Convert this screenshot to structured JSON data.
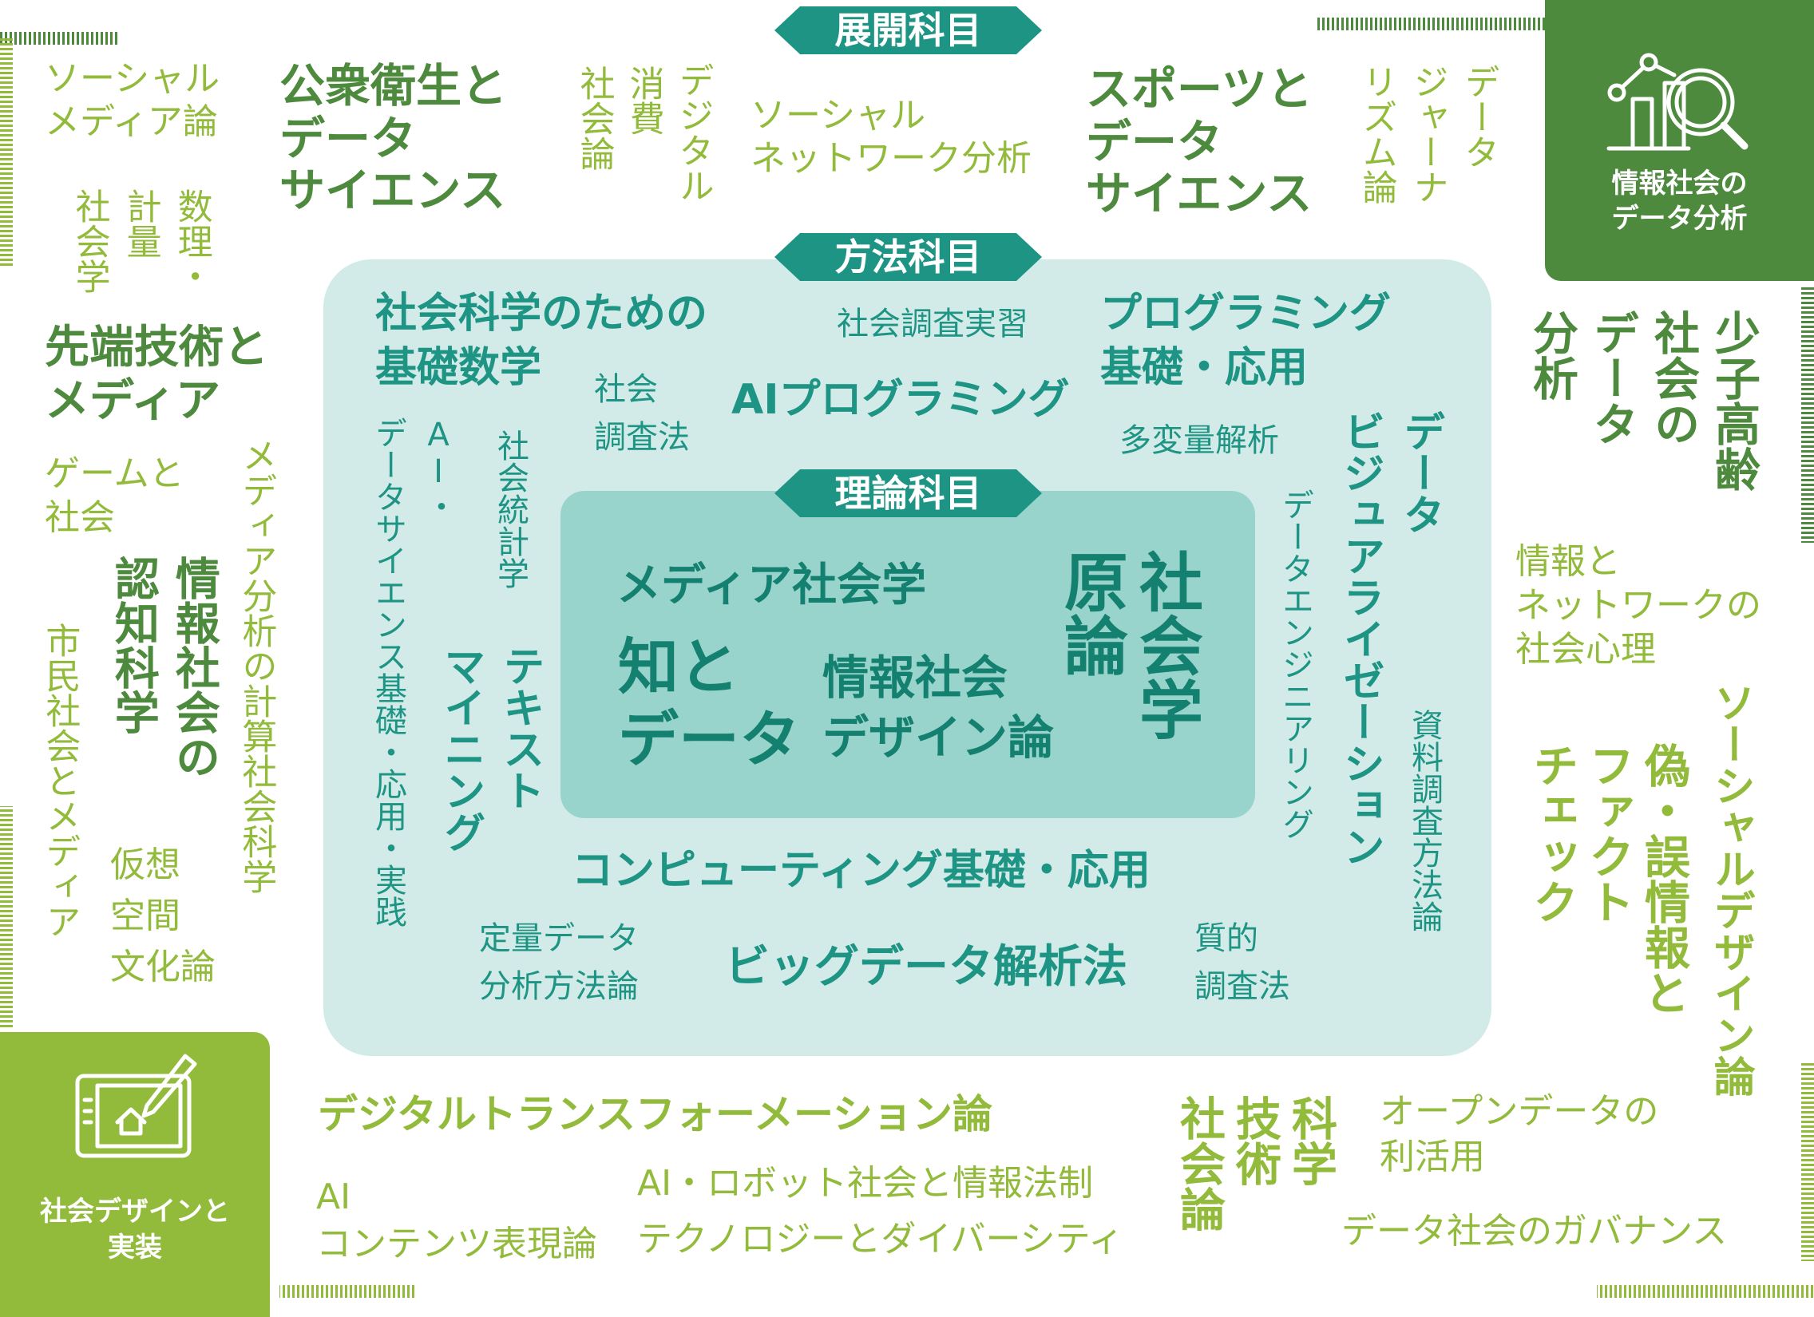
{
  "colors": {
    "teal": "#1e9484",
    "dark_green": "#4d8a3d",
    "light_green": "#92bb3b",
    "method_bg": "#d2ebe8",
    "theory_bg": "#99d4cc"
  },
  "banners": {
    "development": "展開科目",
    "method": "方法科目",
    "theory": "理論科目"
  },
  "corner_boxes": {
    "data_analysis": {
      "label_line1": "情報社会の",
      "label_line2": "データ分析",
      "icon": "analysis-magnifier-icon"
    },
    "social_design": {
      "label_line1": "社会デザインと",
      "label_line2": "実装",
      "icon": "tablet-pen-icon"
    }
  },
  "development": {
    "social_media": [
      "ソーシャル",
      "メディア論"
    ],
    "public_health": [
      "公衆衛生と",
      "データ",
      "サイエンス"
    ],
    "consumption": [
      "社会論",
      "消費",
      "デジタル"
    ],
    "social_network": [
      "ソーシャル",
      "ネットワーク分析"
    ],
    "sports": [
      "スポーツと",
      "データ",
      "サイエンス"
    ],
    "journalism": [
      "リズム論",
      "ジャーナ",
      "データ"
    ],
    "math_sociology": [
      "社会学",
      "計量",
      "数理・"
    ],
    "advanced_tech": [
      "先端技術と",
      "メディア"
    ],
    "games": [
      "ゲームと",
      "社会"
    ],
    "media_analysis": "メディア分析の計算社会科学",
    "cognitive": [
      "認知科学",
      "情報社会の"
    ],
    "civil": "市民社会とメディア",
    "virtual": [
      "仮想",
      "空間",
      "文化論"
    ],
    "aging": [
      "分析",
      "データ",
      "社会の",
      "少子高齢"
    ],
    "network_psych": [
      "情報と",
      "ネットワークの",
      "社会心理"
    ],
    "fake": [
      "チェック",
      "ファクト",
      "偽・誤情報と"
    ],
    "social_design": "ソーシャルデザイン論",
    "dx": "デジタルトランスフォーメーション論",
    "sts": [
      "社会論",
      "技術",
      "科学"
    ],
    "open_data": [
      "オープンデータの",
      "利活用"
    ],
    "ai_content": [
      "AI",
      "コンテンツ表現論"
    ],
    "ai_robot": "AI・ロボット社会と情報法制",
    "diversity": "テクノロジーとダイバーシティ",
    "governance": "データ社会のガバナンス"
  },
  "method": {
    "basic_math": [
      "社会科学のための",
      "基礎数学"
    ],
    "survey_practice": "社会調査実習",
    "programming": [
      "プログラミング",
      "基礎・応用"
    ],
    "survey_method": [
      "社会",
      "調査法"
    ],
    "ai_programming": "AIプログラミング",
    "multivariate": "多変量解析",
    "ai_ds": [
      "AI・",
      "データサイエンス基礎・応用・実践"
    ],
    "social_stats": "社会統計学",
    "text_mining": [
      "マイニング",
      "テキスト"
    ],
    "data_eng": "データエンジニアリング",
    "visualization": [
      "ビジュアライゼーション",
      "データ"
    ],
    "document_survey": "資料調査方法論",
    "computing": "コンピューティング基礎・応用",
    "quant": [
      "定量データ",
      "分析方法論"
    ],
    "big_data": "ビッグデータ解析法",
    "qual": [
      "質的",
      "調査法"
    ]
  },
  "theory": {
    "media_sociology": "メディア社会学",
    "knowledge_data": [
      "知と",
      "データ"
    ],
    "info_design": [
      "情報社会",
      "デザイン論"
    ],
    "sociology_principles": [
      "原論",
      "社会学"
    ]
  }
}
